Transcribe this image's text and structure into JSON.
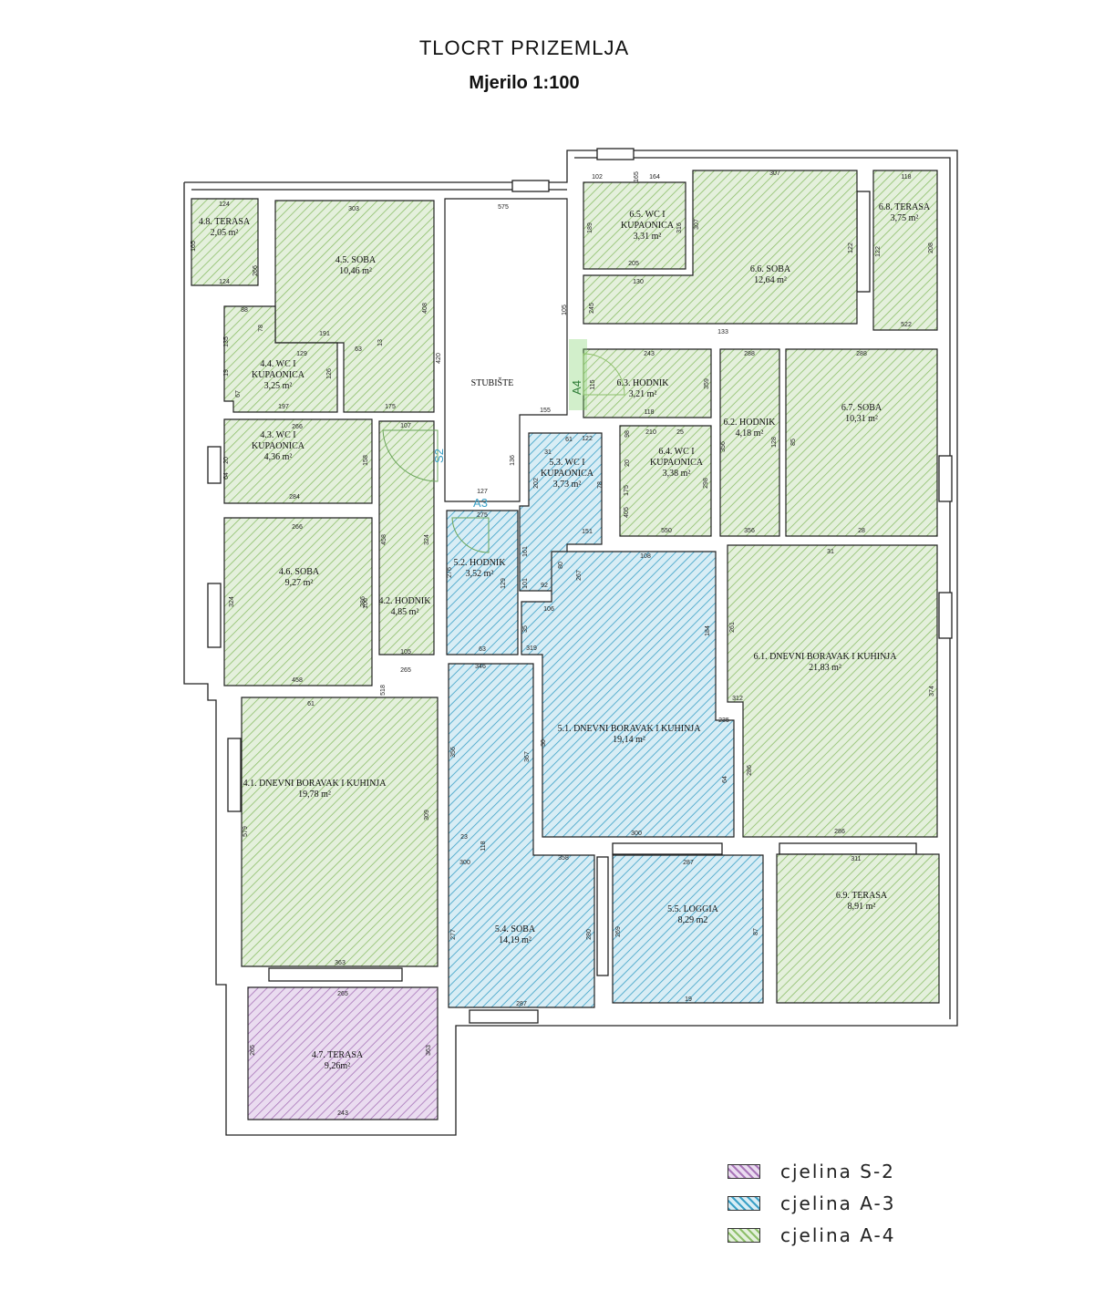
{
  "header": {
    "title": "TLOCRT  PRIZEMLJA",
    "scale": "Mjerilo 1:100"
  },
  "colors": {
    "s2": "#a875b8",
    "a3": "#3aa0c6",
    "a4": "#8dbf6a",
    "wall": "#222222"
  },
  "rooms": [
    {
      "id": "r48",
      "unit": "a4",
      "lines": [
        "4.8. TERASA",
        "2,05 m²"
      ]
    },
    {
      "id": "r45",
      "unit": "a4",
      "lines": [
        "4.5. SOBA",
        "10,46 m²"
      ]
    },
    {
      "id": "r44",
      "unit": "a4",
      "lines": [
        "4.4. WC I",
        "KUPAONICA",
        "3,25 m²"
      ]
    },
    {
      "id": "r43",
      "unit": "a4",
      "lines": [
        "4.3. WC I",
        "KUPAONICA",
        "4,36 m²"
      ]
    },
    {
      "id": "r46",
      "unit": "a4",
      "lines": [
        "4.6. SOBA",
        "9,27 m²"
      ]
    },
    {
      "id": "r42",
      "unit": "a4",
      "lines": [
        "4.2. HODNIK",
        "4,85 m²"
      ]
    },
    {
      "id": "r41",
      "unit": "a4",
      "lines": [
        "4.1. DNEVNI BORAVAK I KUHINJA",
        "19,78 m²"
      ]
    },
    {
      "id": "r47",
      "unit": "s2",
      "lines": [
        "4.7. TERASA",
        "9,26m²"
      ]
    },
    {
      "id": "stair",
      "unit": "none",
      "lines": [
        "STUBIŠTE"
      ]
    },
    {
      "id": "r52",
      "unit": "a3",
      "lines": [
        "5.2. HODNIK",
        "3,52 m²"
      ]
    },
    {
      "id": "r53",
      "unit": "a3",
      "lines": [
        "5.3. WC I",
        "KUPAONICA",
        "3,73 m²"
      ]
    },
    {
      "id": "r51",
      "unit": "a3",
      "lines": [
        "5.1. DNEVNI BORAVAK I KUHINJA",
        "19,14 m²"
      ]
    },
    {
      "id": "r54",
      "unit": "a3",
      "lines": [
        "5.4. SOBA",
        "14,19 m²"
      ]
    },
    {
      "id": "r55",
      "unit": "a3",
      "lines": [
        "5.5. LOGGIA",
        "8,29 m2"
      ]
    },
    {
      "id": "r65",
      "unit": "a4",
      "lines": [
        "6.5. WC I",
        "KUPAONICA",
        "3,31 m²"
      ]
    },
    {
      "id": "r66",
      "unit": "a4",
      "lines": [
        "6.6. SOBA",
        "12,64 m²"
      ]
    },
    {
      "id": "r68",
      "unit": "a4",
      "lines": [
        "6.8. TERASA",
        "3,75 m²"
      ]
    },
    {
      "id": "r63",
      "unit": "a4",
      "lines": [
        "6.3. HODNIK",
        "3,21 m²"
      ]
    },
    {
      "id": "r62",
      "unit": "a4",
      "lines": [
        "6.2. HODNIK",
        "4,18 m²"
      ]
    },
    {
      "id": "r67",
      "unit": "a4",
      "lines": [
        "6.7. SOBA",
        "10,31 m²"
      ]
    },
    {
      "id": "r64",
      "unit": "a4",
      "lines": [
        "6.4. WC I",
        "KUPAONICA",
        "3,38 m²"
      ]
    },
    {
      "id": "r61",
      "unit": "a4",
      "lines": [
        "6.1. DNEVNI BORAVAK I KUHINJA",
        "21,83 m²"
      ]
    },
    {
      "id": "r69",
      "unit": "a4",
      "lines": [
        "6.9. TERASA",
        "8,91 m²"
      ]
    }
  ],
  "dimensions": [
    "124",
    "165",
    "124",
    "303",
    "266",
    "408",
    "88",
    "78",
    "191",
    "135",
    "19",
    "129",
    "126",
    "63",
    "13",
    "67",
    "197",
    "175",
    "266",
    "64",
    "20",
    "158",
    "284",
    "107",
    "266",
    "458",
    "324",
    "286",
    "458",
    "324",
    "106",
    "105",
    "265",
    "61",
    "518",
    "579",
    "309",
    "363",
    "265",
    "265",
    "363",
    "243",
    "575",
    "420",
    "105",
    "155",
    "136",
    "127",
    "275",
    "276",
    "129",
    "63",
    "31",
    "61",
    "122",
    "202",
    "78",
    "151",
    "161",
    "101",
    "80",
    "92",
    "267",
    "108",
    "106",
    "35",
    "319",
    "184",
    "346",
    "356",
    "367",
    "30",
    "235",
    "64",
    "23",
    "118",
    "358",
    "300",
    "300",
    "277",
    "280",
    "287",
    "287",
    "269",
    "87",
    "19",
    "102",
    "165",
    "164",
    "189",
    "316",
    "205",
    "307",
    "307",
    "122",
    "122",
    "118",
    "208",
    "522",
    "245",
    "130",
    "133",
    "243",
    "115",
    "359",
    "118",
    "288",
    "356",
    "356",
    "288",
    "128",
    "85",
    "28",
    "25",
    "20",
    "98",
    "210",
    "175",
    "405",
    "298",
    "550",
    "31",
    "261",
    "374",
    "312",
    "286",
    "286",
    "311"
  ],
  "marks": [
    "S2",
    "A3",
    "A4"
  ],
  "legend": [
    {
      "unit": "s2",
      "label": "cjelina S-2"
    },
    {
      "unit": "a3",
      "label": "cjelina A-3"
    },
    {
      "unit": "a4",
      "label": "cjelina A-4"
    }
  ]
}
